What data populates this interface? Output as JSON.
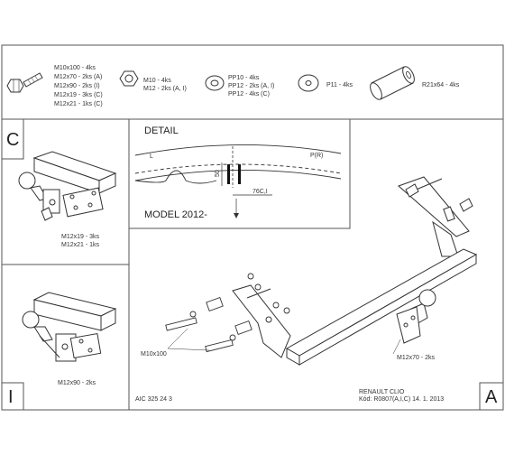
{
  "parts": {
    "bolt": [
      "M10x100 - 4ks",
      "M12x70 - 2ks (A)",
      "M12x90 - 2ks (I)",
      "M12x19 - 3ks (C)",
      "M12x21 - 1ks (C)"
    ],
    "nut": [
      "M10 - 4ks",
      "M12 - 2ks (A, I)"
    ],
    "washer_pp": [
      "PP10 - 4ks",
      "PP12 - 2ks (A, I)",
      "PP12 - 4ks (C)"
    ],
    "washer_p11": "P11 - 4ks",
    "spacer": "R21x64 - 4ks"
  },
  "sections": {
    "c_letter": "C",
    "i_letter": "I",
    "a_letter": "A",
    "c_bolts": [
      "M12x19 - 3ks",
      "M12x21 - 1ks"
    ],
    "i_bolts": "M12x90 - 2ks"
  },
  "detail": {
    "title": "DETAIL",
    "left_label": "L",
    "right_label": "P(R)",
    "dim_50": "50",
    "dim_76": "76C,I",
    "model": "MODEL 2012-"
  },
  "main": {
    "bolt_m10": "M10x100",
    "bolt_m12": "M12x70 - 2ks"
  },
  "footer": {
    "code_left": "AIC 325 24 3",
    "car": "RENAULT CLIO",
    "code_right": "Kód: R0807(A,I,C)  14. 1. 2013"
  }
}
